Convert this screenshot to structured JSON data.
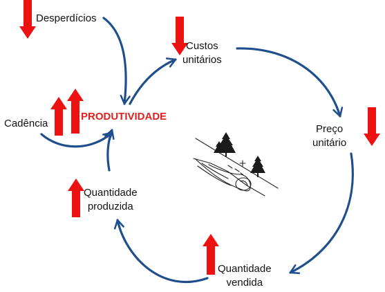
{
  "diagram": {
    "center": "PRODUTIVIDADE",
    "nodes": {
      "desperdicios": "Desperdícios",
      "custos": "Custos\nunitários",
      "preco": "Preço\nunitário",
      "qtd_vendida": "Quantidade\nvendida",
      "qtd_produzida": "Quantidade\nproduzida",
      "cadencia": "Cadência"
    },
    "indicators": {
      "desperdicios": "down",
      "custos": "down",
      "preco": "down",
      "qtd_vendida": "up",
      "qtd_produzida": "up",
      "cadencia": "up",
      "produtividade": "up"
    },
    "illustration": "snowball-rolling-downhill"
  },
  "colors": {
    "arrow": "#1f4e8c",
    "indicator": "#ee1111",
    "center_text": "#e02020",
    "text": "#111111"
  }
}
